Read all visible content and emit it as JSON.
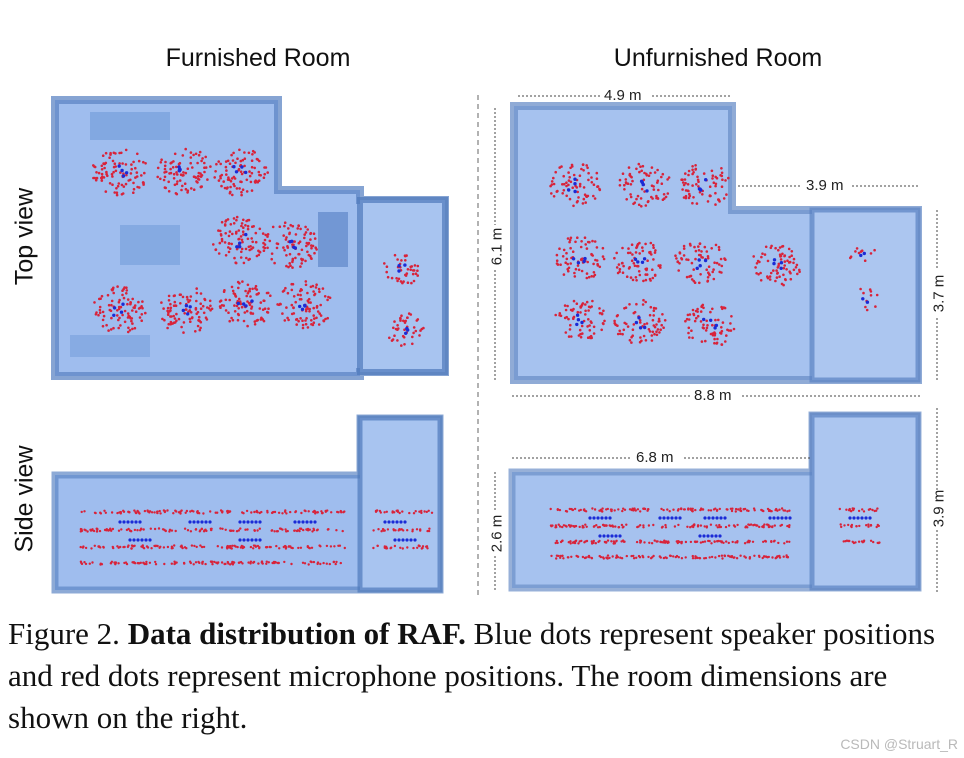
{
  "figure": {
    "titles": {
      "furnished": "Furnished Room",
      "unfurnished": "Unfurnished Room"
    },
    "row_labels": {
      "top": "Top view",
      "side": "Side view"
    },
    "dimensions": {
      "width_top": "4.9 m",
      "right_width": "3.9 m",
      "depth_left": "6.1 m",
      "depth_right": "3.7 m",
      "total_width": "8.8 m",
      "side_width": "6.8 m",
      "side_height_left": "2.6 m",
      "side_height_right": "3.9 m"
    },
    "colors": {
      "room": "#8eb3ea",
      "wall": "#5d86c4",
      "speaker": "#1a2bd6",
      "microphone": "#d8233a"
    }
  },
  "caption": {
    "prefix": "Figure 2.",
    "bold": "Data distribution of RAF.",
    "text": "Blue dots represent speaker positions and red dots represent microphone positions. The room dimensions are shown on the right."
  },
  "watermark": "CSDN @Struart_R"
}
